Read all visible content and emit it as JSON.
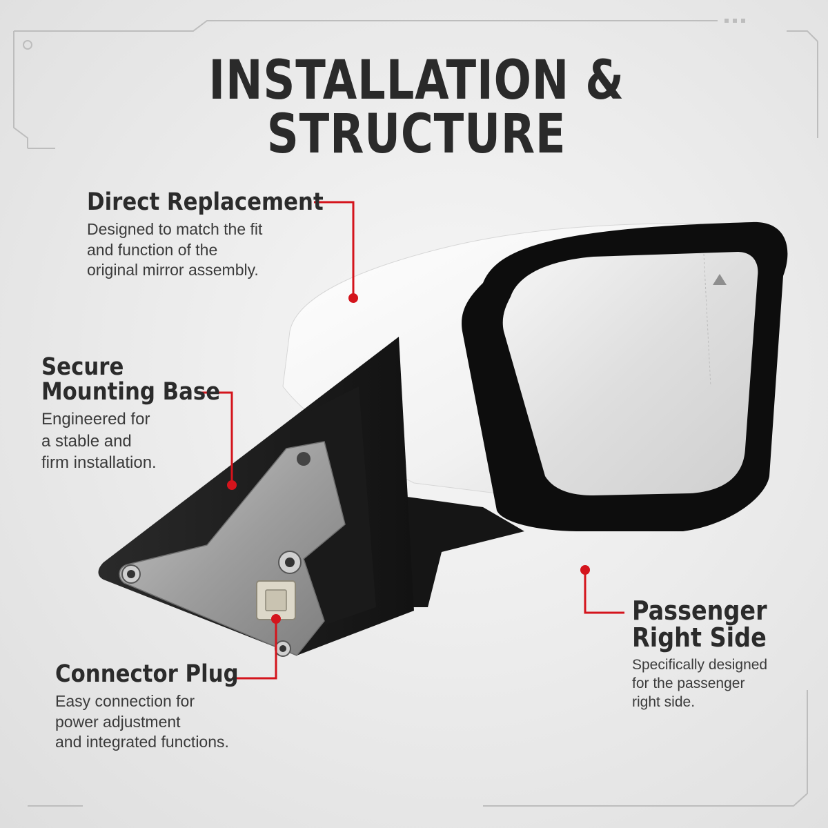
{
  "title": "INSTALLATION & STRUCTURE",
  "colors": {
    "accent": "#d4141c",
    "heading": "#2b2b2b",
    "mirror_shell": "#f4f4f4",
    "mirror_frame": "#0d0d0d",
    "mounting_base": "#1c1c1c",
    "bracket_metal": "#a9a9a9",
    "background": "#e8e8e8"
  },
  "callouts": {
    "direct_replacement": {
      "heading": "Direct Replacement",
      "body": [
        "Designed to match the fit",
        "and function of the",
        "original mirror assembly."
      ]
    },
    "secure_mounting": {
      "heading": [
        "Secure",
        "Mounting Base"
      ],
      "body": [
        "Engineered for",
        "a stable and",
        "firm installation."
      ]
    },
    "connector_plug": {
      "heading": "Connector Plug",
      "body": [
        "Easy connection for",
        "power adjustment",
        "and integrated functions."
      ]
    },
    "passenger_side": {
      "heading": [
        "Passenger",
        "Right Side"
      ],
      "body": [
        "Specifically designed",
        "for the passenger",
        "right side."
      ]
    }
  },
  "icons": {
    "blind_spot": "triangle-warning-icon"
  }
}
